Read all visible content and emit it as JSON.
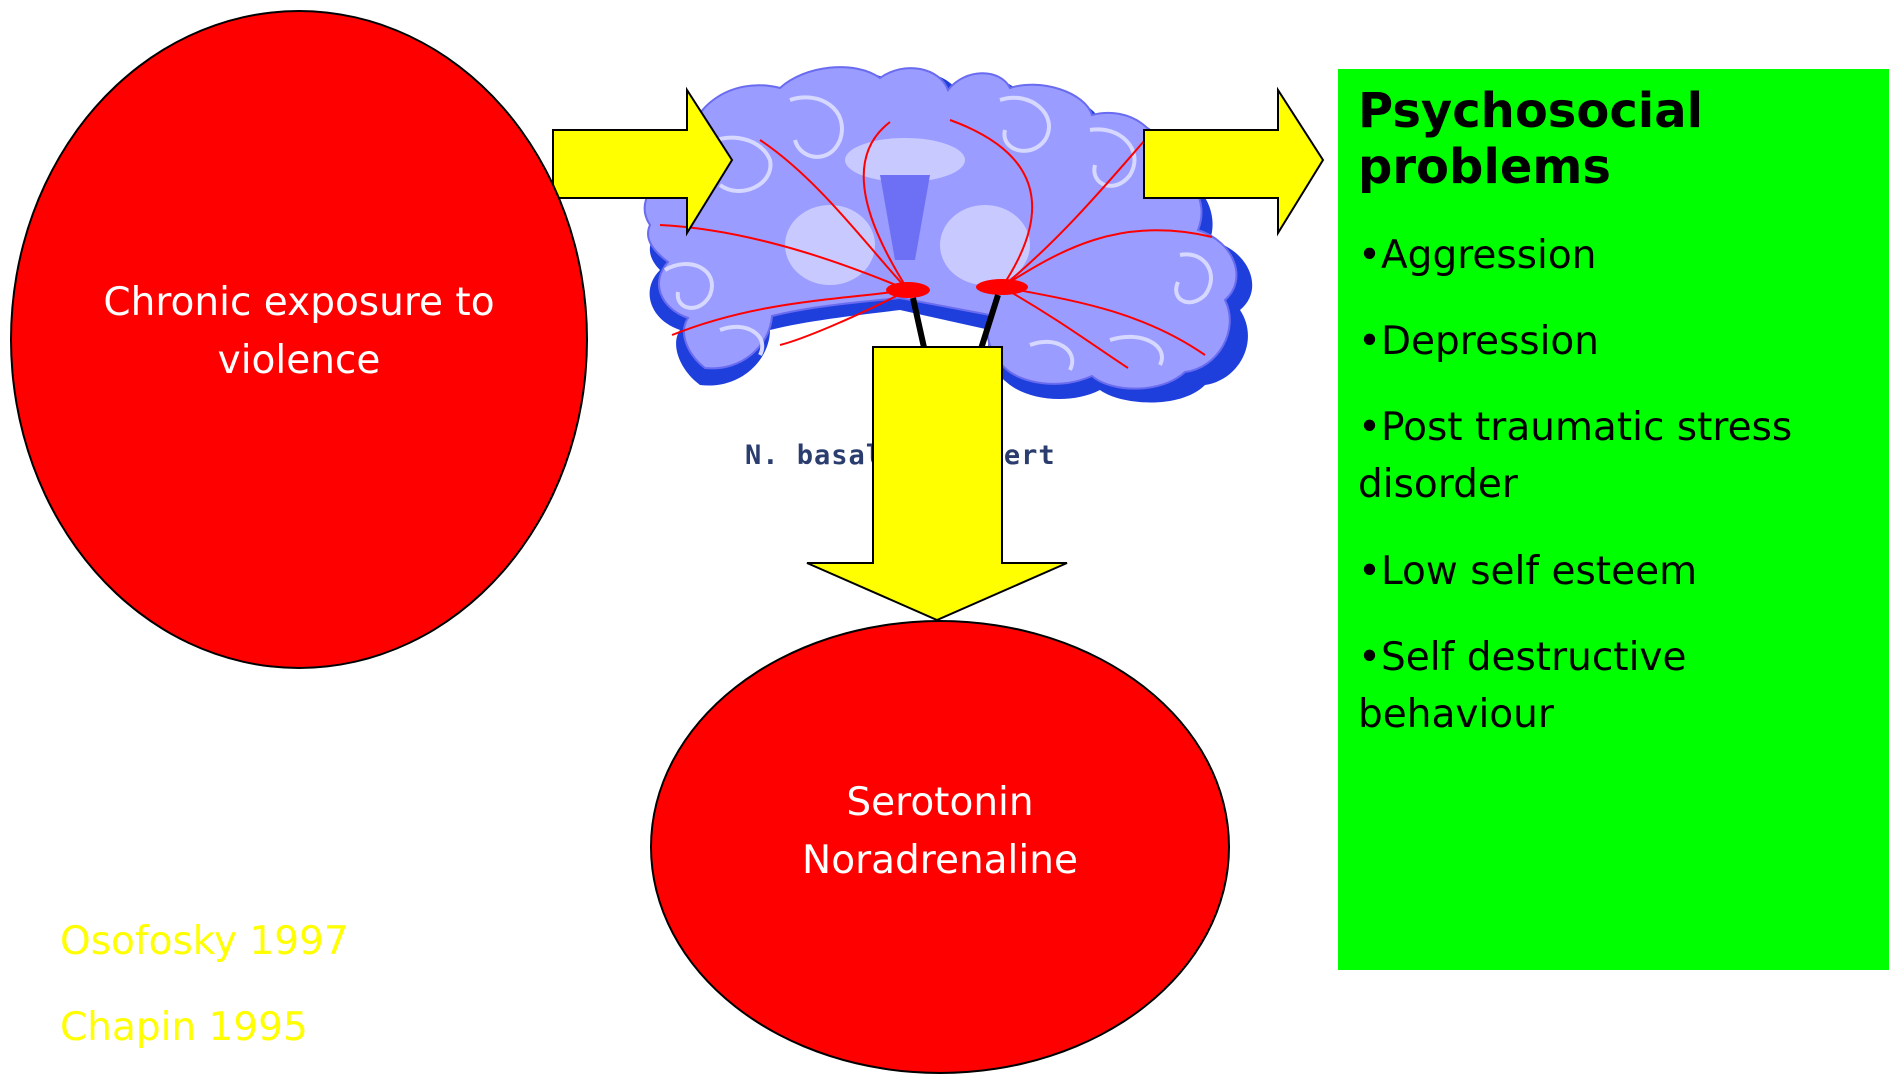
{
  "nodes": {
    "exposure": "Chronic exposure to violence",
    "neuro_line1": "Serotonin",
    "neuro_line2": "Noradrenaline"
  },
  "brain": {
    "label": "N. basalis Meynert"
  },
  "problems": {
    "title": "Psychosocial problems",
    "items": [
      "•Aggression",
      "•Depression",
      "•Post traumatic stress disorder",
      "•Low self esteem",
      "•Self destructive behaviour"
    ]
  },
  "citations": [
    "Osofosky 1997",
    "Chapin 1995"
  ],
  "colors": {
    "node_fill": "#ff0000",
    "box_fill": "#00ff00",
    "arrow_fill": "#ffff00",
    "citation_text": "#ffff00"
  }
}
